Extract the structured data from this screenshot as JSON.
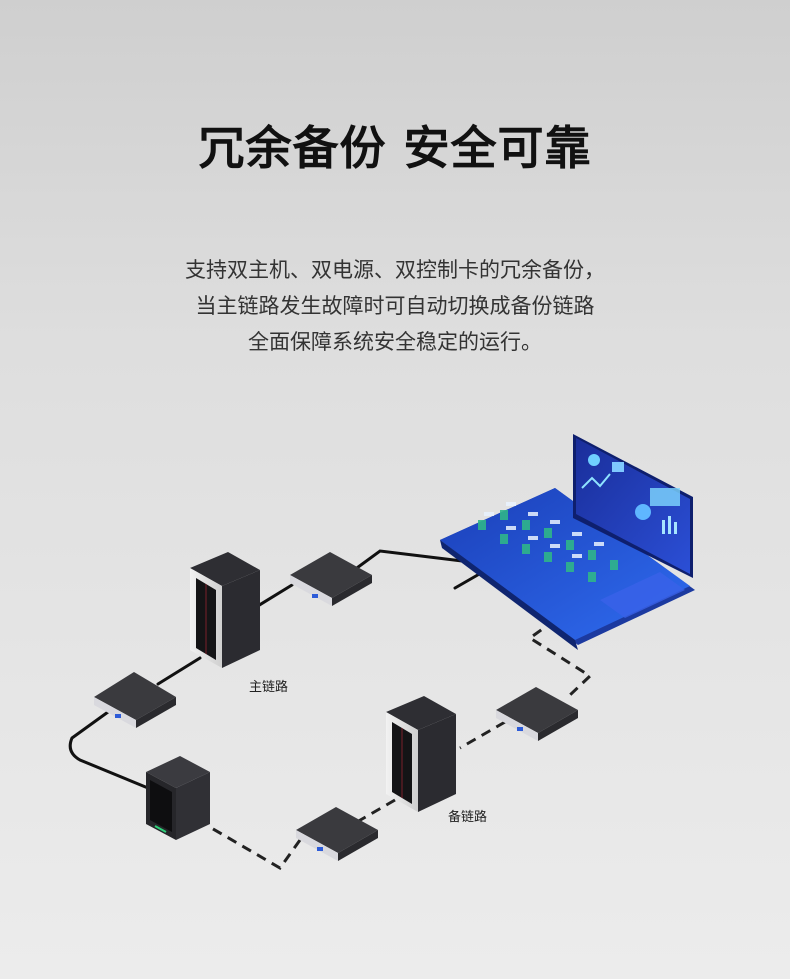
{
  "heading": {
    "title": "冗余备份  安全可靠"
  },
  "description": {
    "lines": [
      "支持双主机、双电源、双控制卡的冗余备份，",
      "当主链路发生故障时可自动切换成备份链路",
      "全面保障系统安全稳定的运行。"
    ]
  },
  "diagram": {
    "main_link_label": "主链路",
    "backup_link_label": "备链路"
  },
  "colors": {
    "main_link": "#111111",
    "backup_link": "#222222",
    "control_desk": "#1e4fd8",
    "device_body": "#3a3a3e"
  }
}
